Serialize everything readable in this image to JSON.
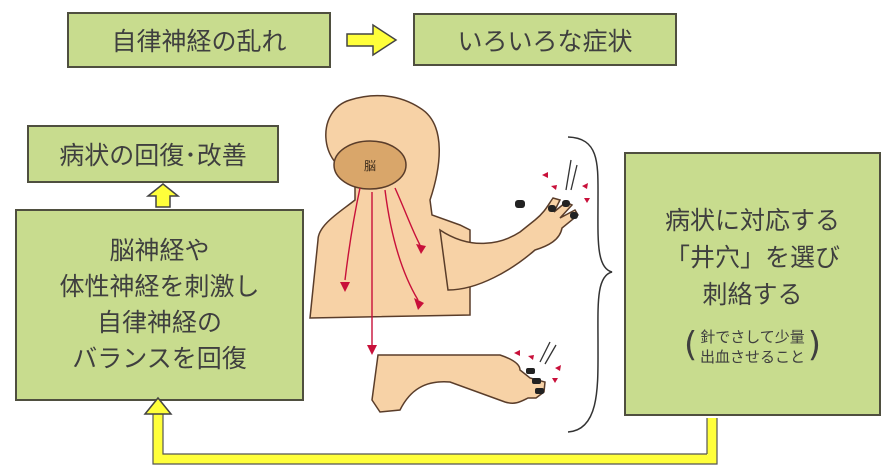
{
  "top": {
    "left_label": "自律神経の乱れ",
    "right_label": "いろいろな症状"
  },
  "recover": {
    "label": "病状の回復･改善"
  },
  "mechanism": {
    "lines": [
      "脳神経や",
      "体性神経を刺激し",
      "自律神経の",
      "バランスを回復"
    ]
  },
  "treatment": {
    "lines": [
      "病状に対応する",
      "「井穴」を選び",
      "刺絡する"
    ],
    "note_lines": [
      "針でさして少量",
      "出血させること"
    ]
  },
  "figure": {
    "brain_label": "脳"
  },
  "colors": {
    "box_fill": "#c8dc8e",
    "arrow_yellow": "#ffff3a",
    "skin": "#f7d2a6",
    "brain": "#d9a66a",
    "red": "#c8103a"
  },
  "icons": [
    "arrow-right-icon",
    "arrow-up-icon",
    "loop-arrow-icon",
    "human-figure-icon",
    "needle-icon"
  ]
}
